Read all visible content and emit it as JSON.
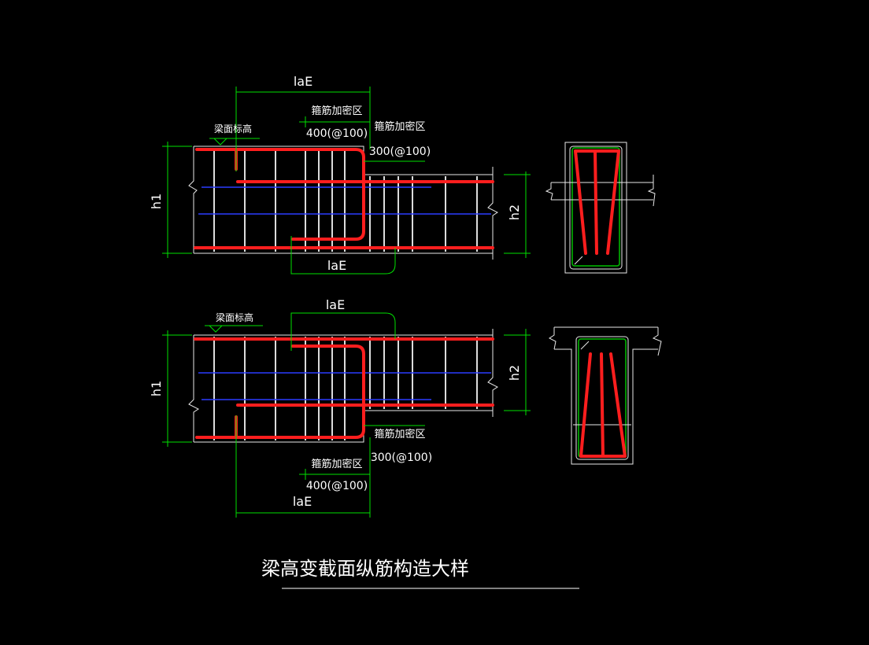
{
  "title": "梁高变截面纵筋构造大样",
  "labels": {
    "laE": "laE",
    "h1": "h1",
    "h2": "h2",
    "beam_top": "梁面标高",
    "dense_zone": "箍筋加密区",
    "dim_400": "400(@100)",
    "dim_300": "300(@100)"
  },
  "colors": {
    "background": "#000000",
    "main_rebar": "#ff1e1e",
    "side_bar": "#2b3cff",
    "dimension": "#00e000",
    "outline": "#e8e8e8"
  }
}
